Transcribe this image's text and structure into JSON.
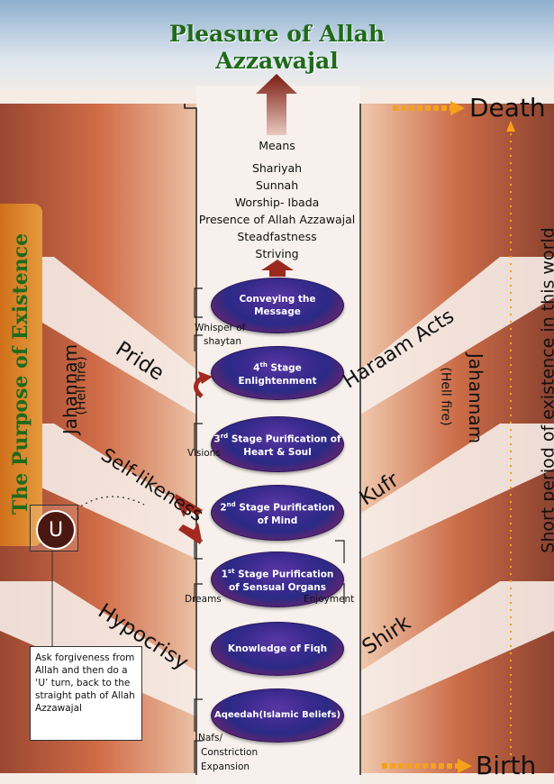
{
  "title": {
    "line1": "Pleasure of Allah",
    "line2": "Azzawajal"
  },
  "means": {
    "heading": "Means",
    "items": [
      "Shariyah",
      "Sunnah",
      "Worship- Ibada",
      "Presence of Allah Azzawajal",
      "Steadfastness",
      "Striving"
    ]
  },
  "stages": {
    "s1": "Conveying the Message",
    "s2_num": "4",
    "s2_sup": "th",
    "s2_a": "Stage",
    "s2_b": "Enlightenment",
    "s3_num": "3",
    "s3_sup": "rd",
    "s3_a": "Stage Purification of",
    "s3_b": "Heart & Soul",
    "s4_num": "2",
    "s4_sup": "nd",
    "s4_a": "Stage Purification",
    "s4_b": "of  Mind",
    "s5_num": "1",
    "s5_sup": "st",
    "s5_a": "Stage Purification",
    "s5_b": "of Sensual Organs",
    "s6": "Knowledge of Fiqh",
    "s7": "Aqeedah(Islamic Beliefs)"
  },
  "left_labels": {
    "whisper_1": "Whisper of",
    "whisper_2": "shaytan",
    "visions": "Visions",
    "dreams": "Dreams",
    "nafs_1": "Nafs/",
    "nafs_2": "Constriction",
    "nafs_3": "Expansion"
  },
  "right_labels": {
    "enjoyment": "Enjoyment"
  },
  "sins_left": {
    "pride": "Pride",
    "self_likeness": "Self-likeness",
    "hypocrisy": "Hypocrisy"
  },
  "sins_right": {
    "haraam": "Haraam Acts",
    "kufr": "Kufr",
    "shirk": "Shirk"
  },
  "jahannam": {
    "word": "Jahannam",
    "sub": "(Hell fire)"
  },
  "timeline": {
    "death": "Death",
    "birth": "Birth",
    "span": "Short period of existence in this world"
  },
  "sidebar": {
    "text": "The Purpose of Existence"
  },
  "u_turn": {
    "letter": "U",
    "note": "Ask forgiveness from Allah and then do a ‘U’ turn, back to the straight path of Allah Azzawajal"
  },
  "colors": {
    "title_green": "#1f6a1b",
    "oval_purple": "#3a2a8e",
    "oval_red": "#9a1f54",
    "arrow_dark_red": "#7a1b10",
    "timeline_orange": "#f5a21b",
    "sidebar_orange": "#d0701b"
  }
}
